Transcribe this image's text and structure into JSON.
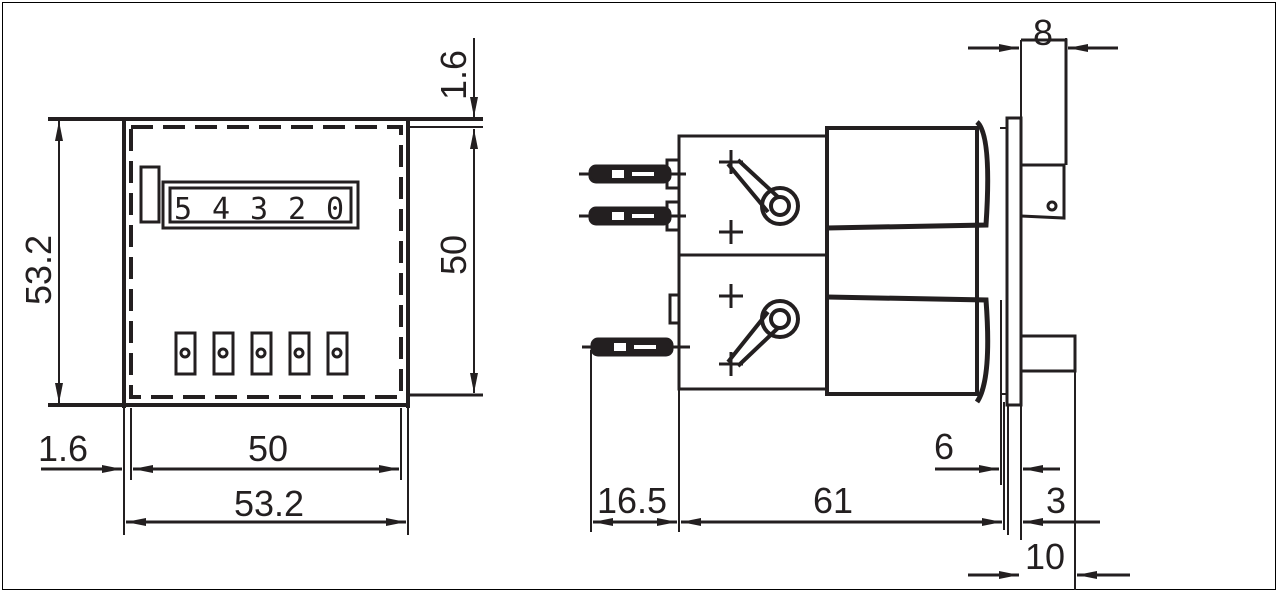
{
  "drawing": {
    "type": "technical dimension drawing",
    "line_color": "#231f20",
    "background": "#ffffff",
    "front_view": {
      "counter_display": {
        "digits": [
          "5",
          "4",
          "3",
          "2",
          "0"
        ]
      },
      "reset_buttons_count": 5,
      "dimensions": {
        "top_offset": "1.6",
        "height_outer": "53.2",
        "height_inner": "50",
        "left_offset": "1.6",
        "width_inner": "50",
        "width_outer": "53.2"
      }
    },
    "side_view": {
      "dimensions": {
        "front_width": "8",
        "terminal_length": "16.5",
        "body_depth": "61",
        "bezel_gap": "6",
        "panel_thickness": "3",
        "front_projection": "10"
      }
    }
  }
}
